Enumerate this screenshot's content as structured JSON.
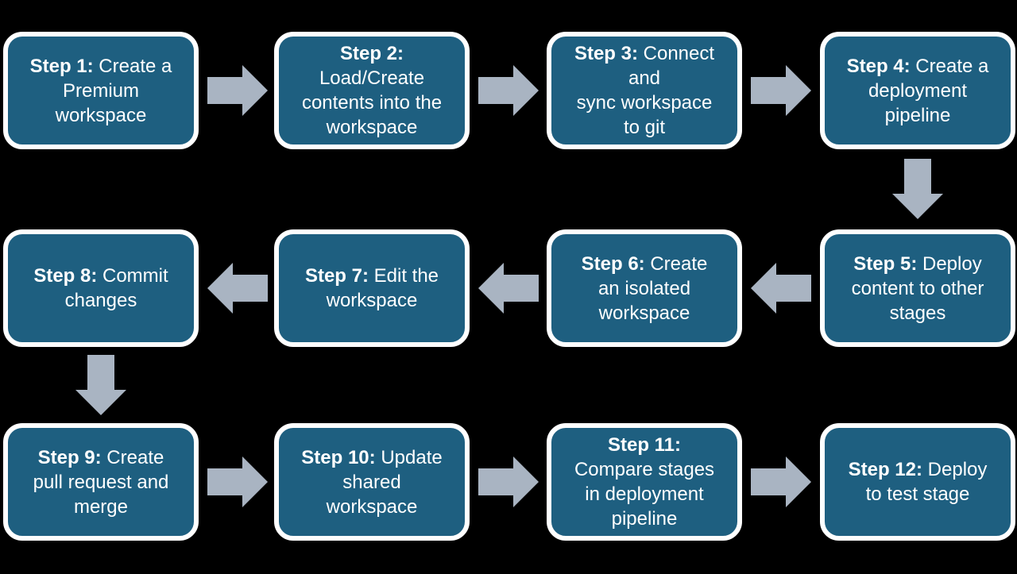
{
  "colors": {
    "background": "#000000",
    "box_fill": "#1E5F80",
    "box_border": "#FFFFFF",
    "text": "#FFFFFF",
    "arrow": "#A9B4C2"
  },
  "steps": [
    {
      "prefix": "Step 1:",
      "rest": " Create a\nPremium\nworkspace"
    },
    {
      "prefix": "Step 2:",
      "rest": "\nLoad/Create\ncontents into the\nworkspace"
    },
    {
      "prefix": "Step 3:",
      "rest": " Connect\nand\nsync workspace\nto git"
    },
    {
      "prefix": "Step 4:",
      "rest": " Create a\ndeployment\npipeline"
    },
    {
      "prefix": "Step 5:",
      "rest": " Deploy\ncontent to other\nstages"
    },
    {
      "prefix": "Step 6:",
      "rest": " Create\nan isolated\nworkspace"
    },
    {
      "prefix": "Step 7:",
      "rest": " Edit the\nworkspace"
    },
    {
      "prefix": "Step 8:",
      "rest": " Commit\nchanges"
    },
    {
      "prefix": "Step 9:",
      "rest": " Create\npull request and\nmerge"
    },
    {
      "prefix": "Step 10:",
      "rest": " Update\nshared\nworkspace"
    },
    {
      "prefix": "Step 11:",
      "rest": "\nCompare stages\nin deployment\npipeline"
    },
    {
      "prefix": "Step 12:",
      "rest": " Deploy\nto test stage"
    }
  ],
  "arrows": [
    {
      "from": 1,
      "to": 2,
      "direction": "right"
    },
    {
      "from": 2,
      "to": 3,
      "direction": "right"
    },
    {
      "from": 3,
      "to": 4,
      "direction": "right"
    },
    {
      "from": 4,
      "to": 5,
      "direction": "down"
    },
    {
      "from": 5,
      "to": 6,
      "direction": "left"
    },
    {
      "from": 6,
      "to": 7,
      "direction": "left"
    },
    {
      "from": 7,
      "to": 8,
      "direction": "left"
    },
    {
      "from": 8,
      "to": 9,
      "direction": "down"
    },
    {
      "from": 9,
      "to": 10,
      "direction": "right"
    },
    {
      "from": 10,
      "to": 11,
      "direction": "right"
    },
    {
      "from": 11,
      "to": 12,
      "direction": "right"
    }
  ]
}
